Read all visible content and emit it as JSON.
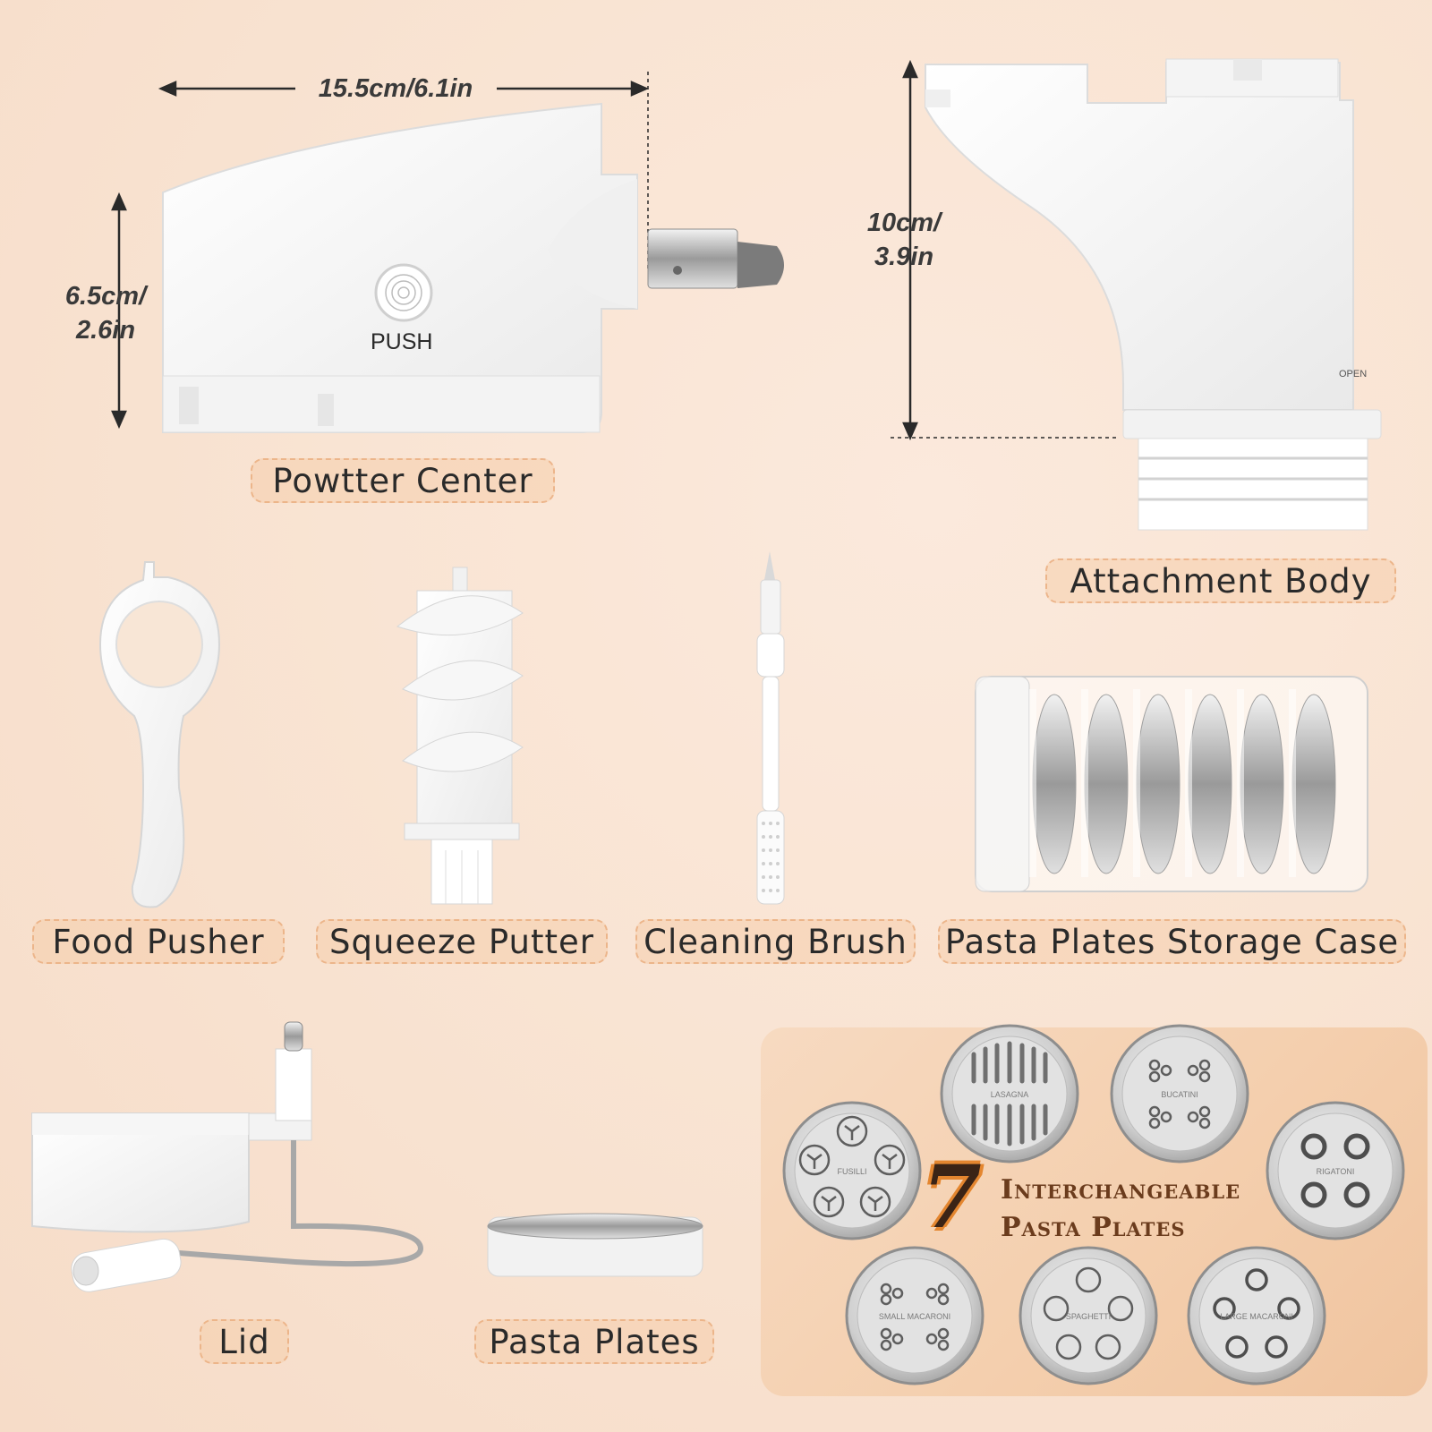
{
  "dimensions": {
    "width": "15.5cm/6.1in",
    "height_line1": "6.5cm/",
    "height_line2": "2.6in",
    "body_line1": "10cm/",
    "body_line2": "3.9in"
  },
  "push_label": "PUSH",
  "parts": {
    "power_center": "Powtter Center",
    "attachment_body": "Attachment Body",
    "food_pusher": "Food Pusher",
    "squeeze_putter": "Squeeze Putter",
    "cleaning_brush": "Cleaning Brush",
    "storage_case": "Pasta Plates Storage Case",
    "lid": "Lid",
    "pasta_plates": "Pasta Plates"
  },
  "plates_panel": {
    "count": "7",
    "line1": "Interchangeable",
    "line2": "Pasta Plates",
    "plates": [
      {
        "name": "LASAGNA",
        "icon": "slot-pattern-icon"
      },
      {
        "name": "BUCATINI",
        "icon": "hole-pattern-icon"
      },
      {
        "name": "FUSILLI",
        "icon": "spiral-pattern-icon"
      },
      {
        "name": "RIGATONI",
        "icon": "ring-pattern-icon"
      },
      {
        "name": "SMALL MACARONI",
        "icon": "small-hole-pattern-icon"
      },
      {
        "name": "SPAGHETTI",
        "icon": "dot-pattern-icon"
      },
      {
        "name": "LARGE MACARONI",
        "icon": "large-ring-pattern-icon"
      }
    ]
  },
  "side_text": "OPEN",
  "colors": {
    "accent": "#e4862f",
    "pill_fill": "#f6ceac",
    "headline": "#6b3c1d"
  }
}
